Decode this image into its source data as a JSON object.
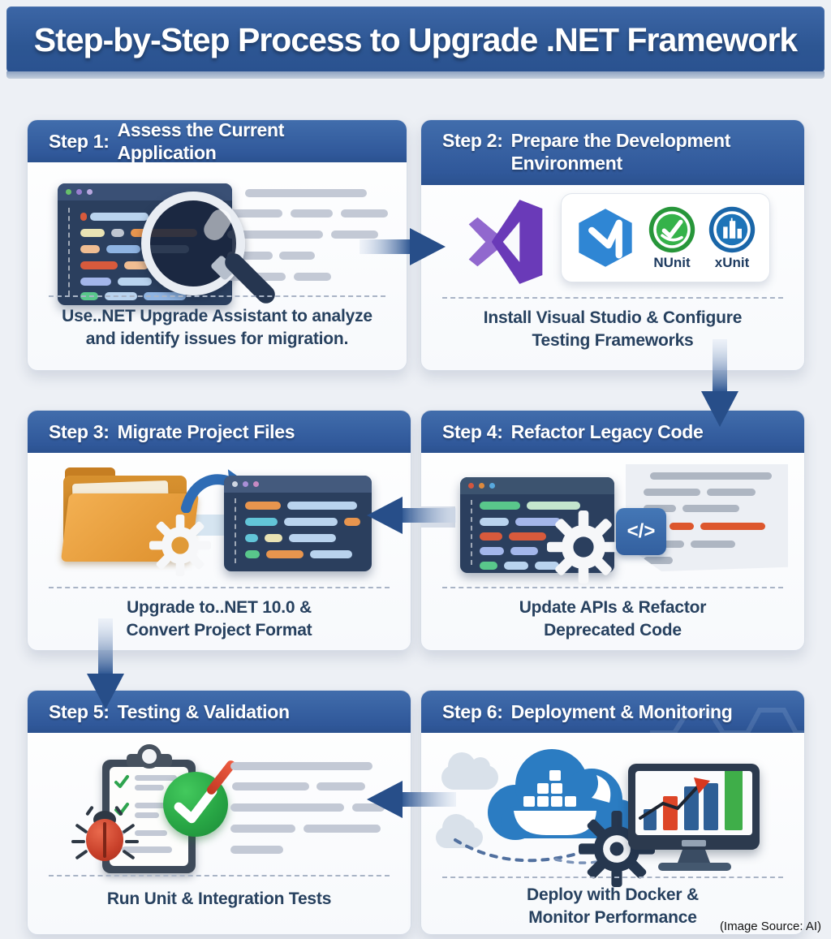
{
  "banner": {
    "title": "Step-by-Step Process to Upgrade .NET Framework"
  },
  "footer": {
    "source_note": "(Image Source: AI)"
  },
  "steps": [
    {
      "label": "Step 1:",
      "title": "Assess the Current Application",
      "caption": "Use..NET Upgrade Assistant to analyze and identify issues for migration."
    },
    {
      "label": "Step 2:",
      "title": "Prepare the Development Environment",
      "caption": "Install Visual Studio & Configure Testing Frameworks",
      "tools": {
        "nunit": "NUnit",
        "xunit": "xUnit"
      }
    },
    {
      "label": "Step 3:",
      "title": "Migrate Project Files",
      "caption": "Upgrade to..NET 10.0 & Convert Project Format"
    },
    {
      "label": "Step 4:",
      "title": "Refactor Legacy Code",
      "caption": "Update APIs & Refactor Deprecated Code",
      "code_badge": "</>"
    },
    {
      "label": "Step 5:",
      "title": "Testing & Validation",
      "caption": "Run Unit & Integration Tests"
    },
    {
      "label": "Step 6:",
      "title": "Deployment & Monitoring",
      "caption": "Deploy with Docker & Monitor Performance"
    }
  ],
  "colors": {
    "banner_blue": "#2d5693",
    "card_header_blue": "#30589a",
    "arrow_blue": "#2a5390",
    "caption_navy": "#27415f",
    "vs_purple": "#6a3ab8",
    "vscode_blue": "#2f86d4",
    "nunit_green": "#27963a",
    "xunit_blue": "#1a66a8",
    "folder_orange": "#dd8f2c",
    "check_green": "#28a645",
    "bug_red": "#c8402a",
    "docker_blue": "#2b7cc2"
  }
}
